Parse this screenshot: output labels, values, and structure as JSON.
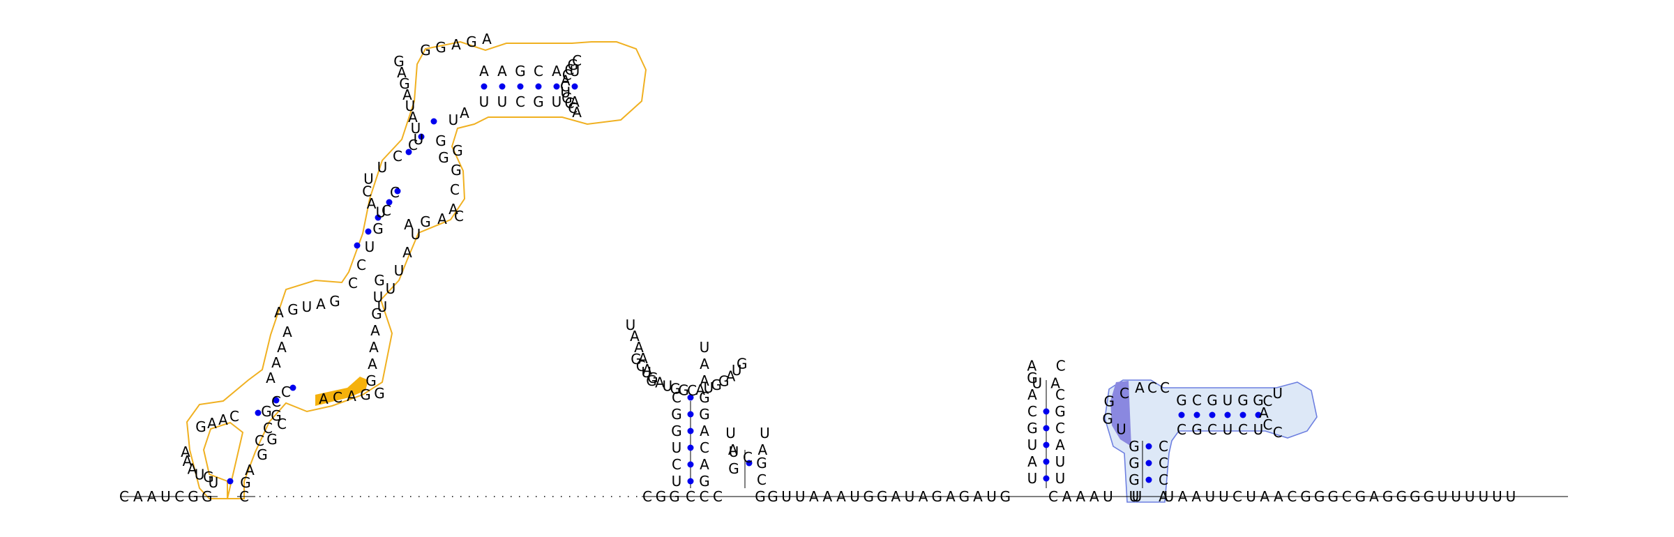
{
  "molecule": {
    "sequence_5prime": "CAAUCGG",
    "sequence_3prime": "UAAUUCUAACGGGCGAGGGGUUUUUU",
    "linker_between_hairpins": "GUUAAAUGGAUAGAGAUG",
    "linker_before_blue": "CAAAU",
    "gold_domain": {
      "left_strand_outer": "GAAGCUGGUUCCUGAAGG",
      "hairpin_loop": "CGCCACUGCCA",
      "tip_pairs_top": "AAGCAU",
      "tip_pairs_bottom": "UUCGUA",
      "interior_right": "ACAGG",
      "highlighted_segment": "ACAG"
    },
    "central_hairpin": {
      "loop": "GCUGAUGGCAUGGAUG",
      "stem_5prime": "CGGUCUGA",
      "stem_3prime": "GACAGGAAU"
    },
    "small_hairpin": {
      "loop": "UACAU",
      "stem": "GU/GC"
    },
    "right_hairpin": {
      "loop": "AUAC",
      "stem": "GACGUAU/CGCAUU"
    },
    "blue_domain": {
      "stem_outer": "GGGU/CCCA",
      "loop_pairs_top": "GCGUGG",
      "loop_pairs_bottom": "CGCUCU",
      "loop_nucleotides": "UCACC",
      "shaded_segment": "CGGU"
    }
  },
  "colors": {
    "gold_highlight": "#f0b020",
    "gold_fill_segment": "#f5b10c",
    "blue_domain_fill": "#dde8f7",
    "blue_domain_stroke": "#6d7fe0",
    "blue_shaded_segment": "#8a88e0",
    "pair_dot": "#0000ee"
  }
}
